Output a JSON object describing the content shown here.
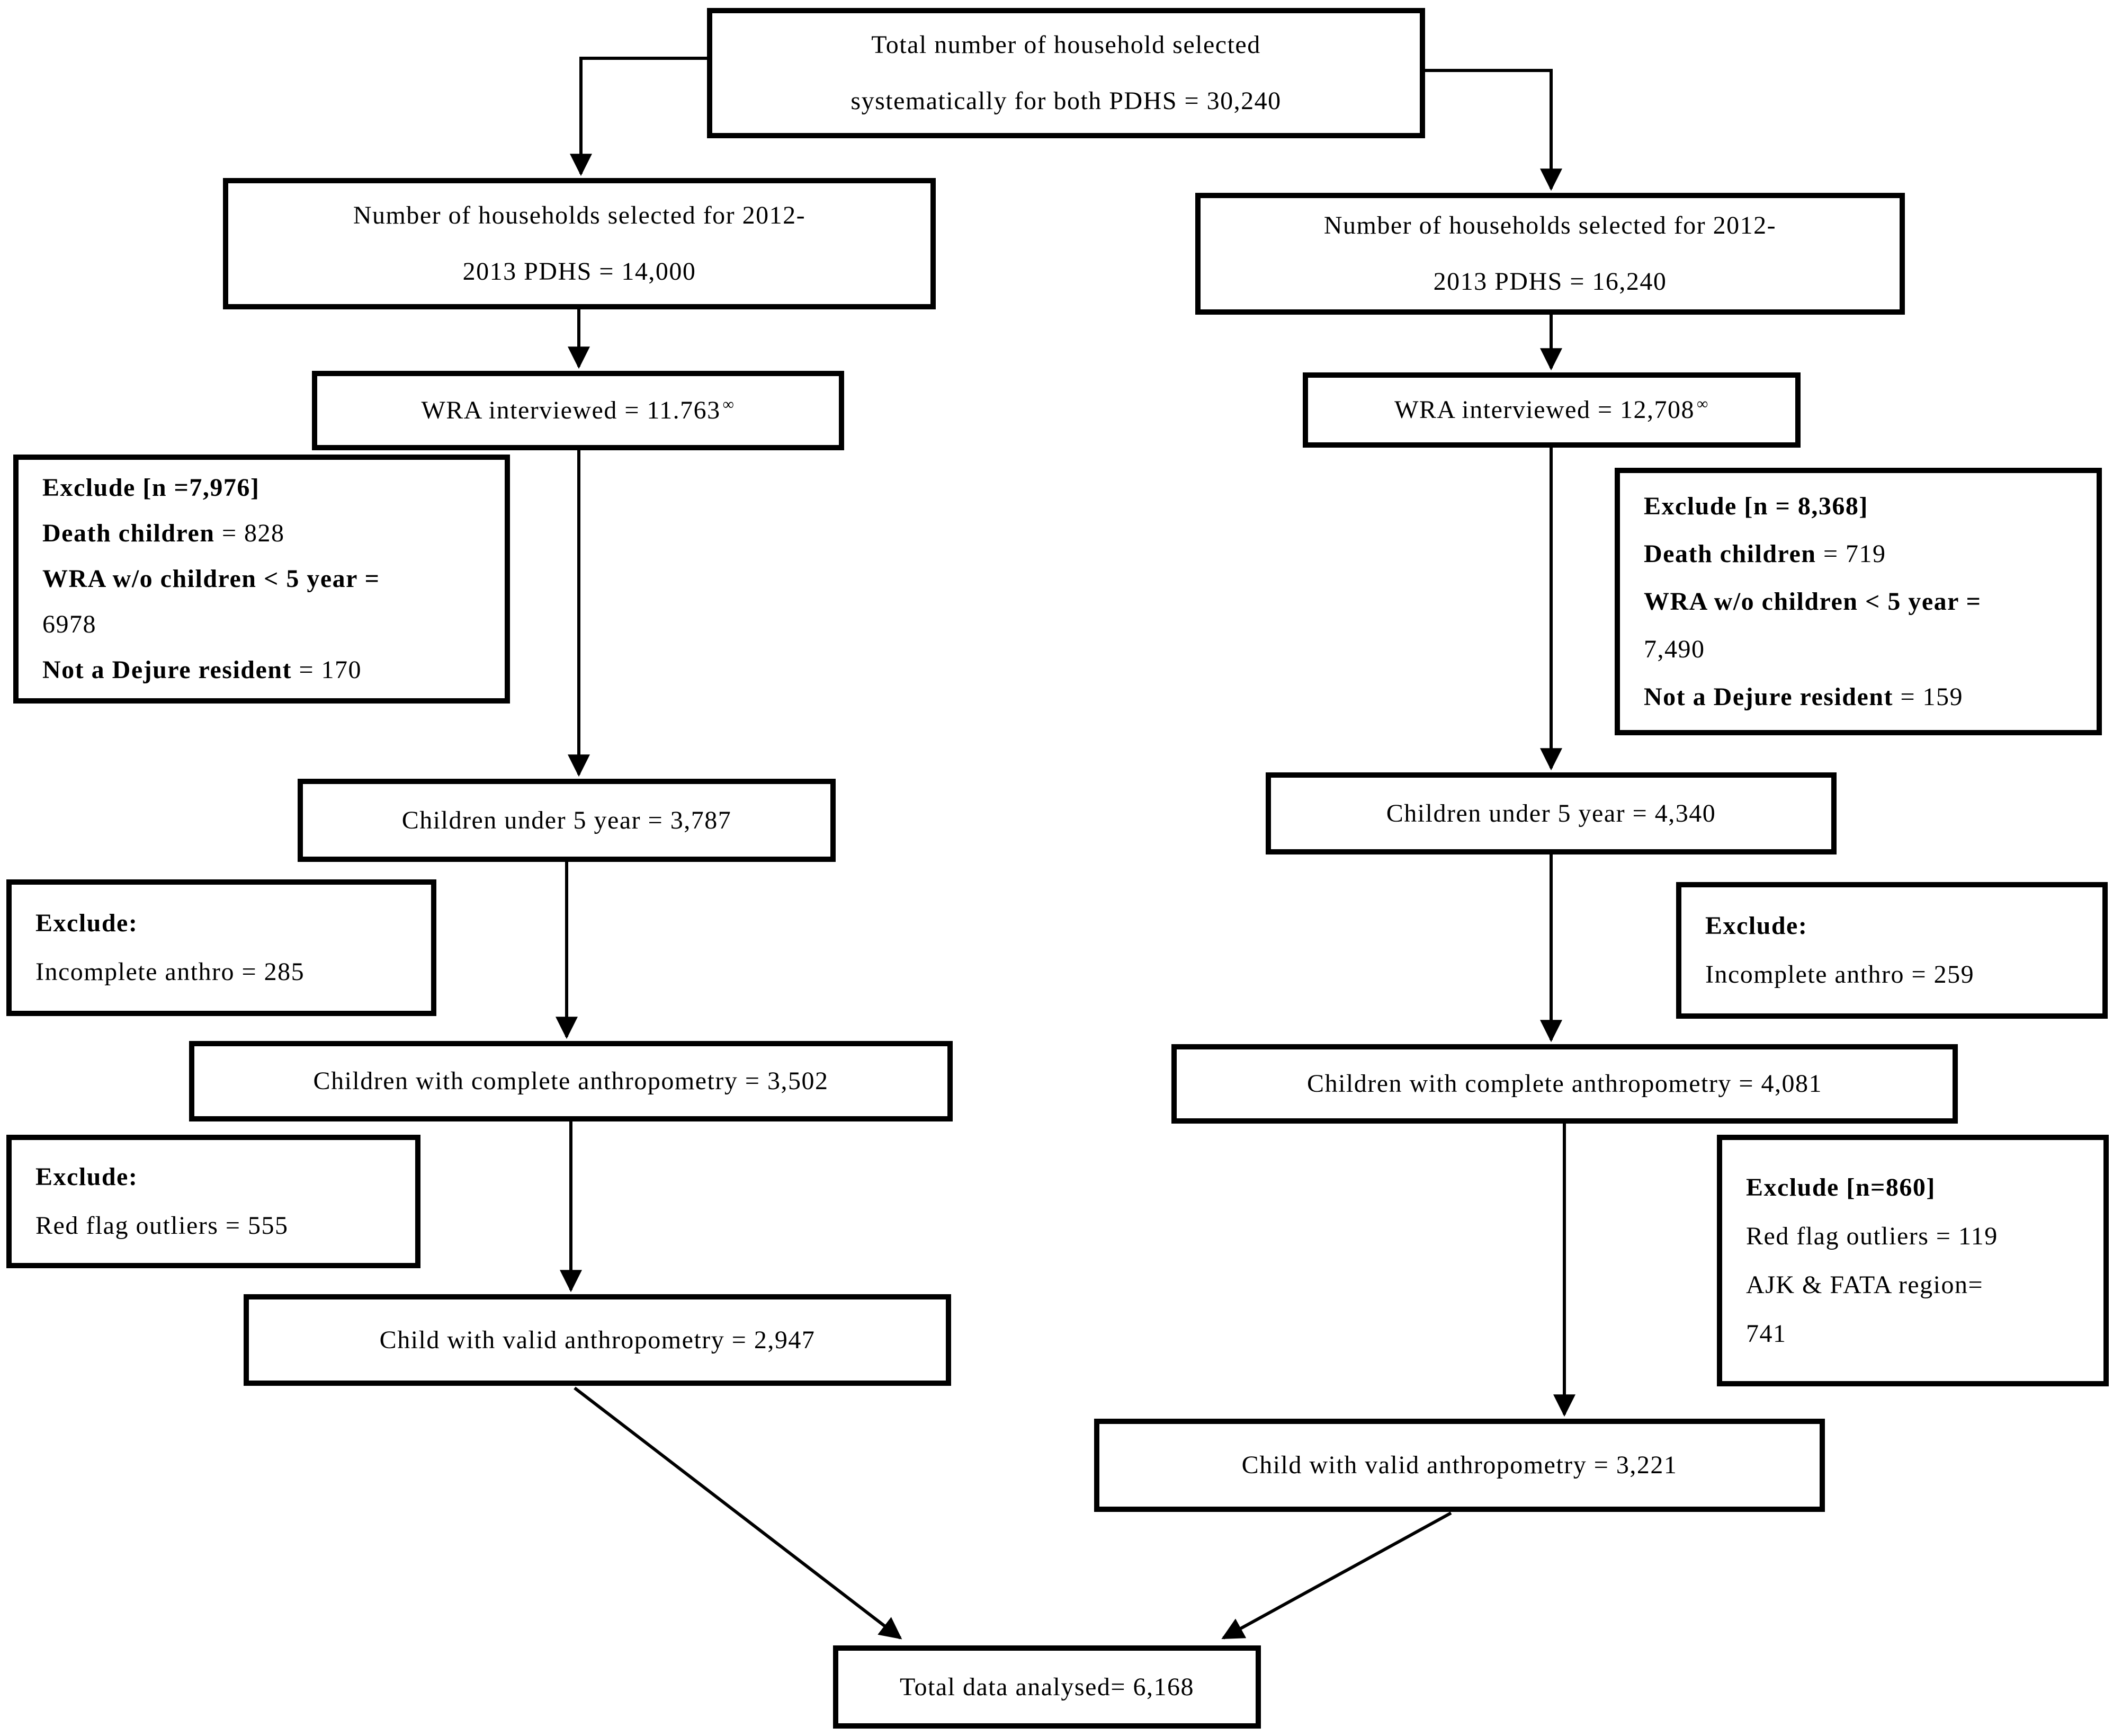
{
  "page": {
    "background": "#ffffff",
    "line_color": "#000000"
  },
  "boxes": {
    "total_selected": {
      "lines": [
        "Total number of household selected",
        "systematically for both PDHS = 30,240"
      ]
    },
    "left_households": {
      "lines": [
        "Number of households selected for 2012-",
        "2013 PDHS = 14,000"
      ]
    },
    "right_households": {
      "lines": [
        "Number of households selected for 2012-",
        "2013 PDHS = 16,240"
      ]
    },
    "left_wra": {
      "text": "WRA interviewed = 11.763",
      "superscript": "∞"
    },
    "right_wra": {
      "text": "WRA interviewed = 12,708",
      "superscript": "∞"
    },
    "left_exclude_wra": {
      "lines": [
        {
          "bold": "Exclude [n =7,976]",
          "rest": ""
        },
        {
          "bold": "Death children",
          "rest": " = 828"
        },
        {
          "bold": "WRA w/o children < 5 year =",
          "rest": ""
        },
        {
          "bold": "",
          "rest": "6978"
        },
        {
          "bold": "Not a Dejure resident",
          "rest": " = 170"
        }
      ]
    },
    "right_exclude_wra": {
      "lines": [
        {
          "bold": "Exclude [n = 8,368]",
          "rest": ""
        },
        {
          "bold": "Death children",
          "rest": " = 719"
        },
        {
          "bold": "WRA w/o children < 5 year =",
          "rest": ""
        },
        {
          "bold": "",
          "rest": "7,490"
        },
        {
          "bold": "Not a Dejure resident",
          "rest": " = 159"
        }
      ]
    },
    "left_children5": {
      "text": "Children under 5 year = 3,787"
    },
    "right_children5": {
      "text": "Children under 5 year = 4,340"
    },
    "left_exclude_anthro": {
      "lines": [
        {
          "bold": "Exclude:",
          "rest": ""
        },
        {
          "bold": "",
          "rest": "Incomplete anthro = 285"
        }
      ]
    },
    "right_exclude_anthro": {
      "lines": [
        {
          "bold": "Exclude:",
          "rest": ""
        },
        {
          "bold": "",
          "rest": "Incomplete anthro = 259"
        }
      ]
    },
    "left_complete": {
      "text": "Children with complete anthropometry = 3,502"
    },
    "right_complete": {
      "text": "Children with complete anthropometry = 4,081"
    },
    "left_exclude_outliers": {
      "lines": [
        {
          "bold": "Exclude:",
          "rest": ""
        },
        {
          "bold": "",
          "rest": "Red flag outliers = 555"
        }
      ]
    },
    "right_exclude_outliers": {
      "lines": [
        {
          "bold": "Exclude [n=860]",
          "rest": ""
        },
        {
          "bold": "",
          "rest": "Red flag outliers = 119"
        },
        {
          "bold": "",
          "rest": "AJK & FATA region="
        },
        {
          "bold": "",
          "rest": "741"
        }
      ]
    },
    "left_valid": {
      "text": "Child with valid anthropometry = 2,947"
    },
    "right_valid": {
      "text": "Child with valid anthropometry = 3,221"
    },
    "total_analysed": {
      "text": "Total data analysed= 6,168"
    }
  }
}
